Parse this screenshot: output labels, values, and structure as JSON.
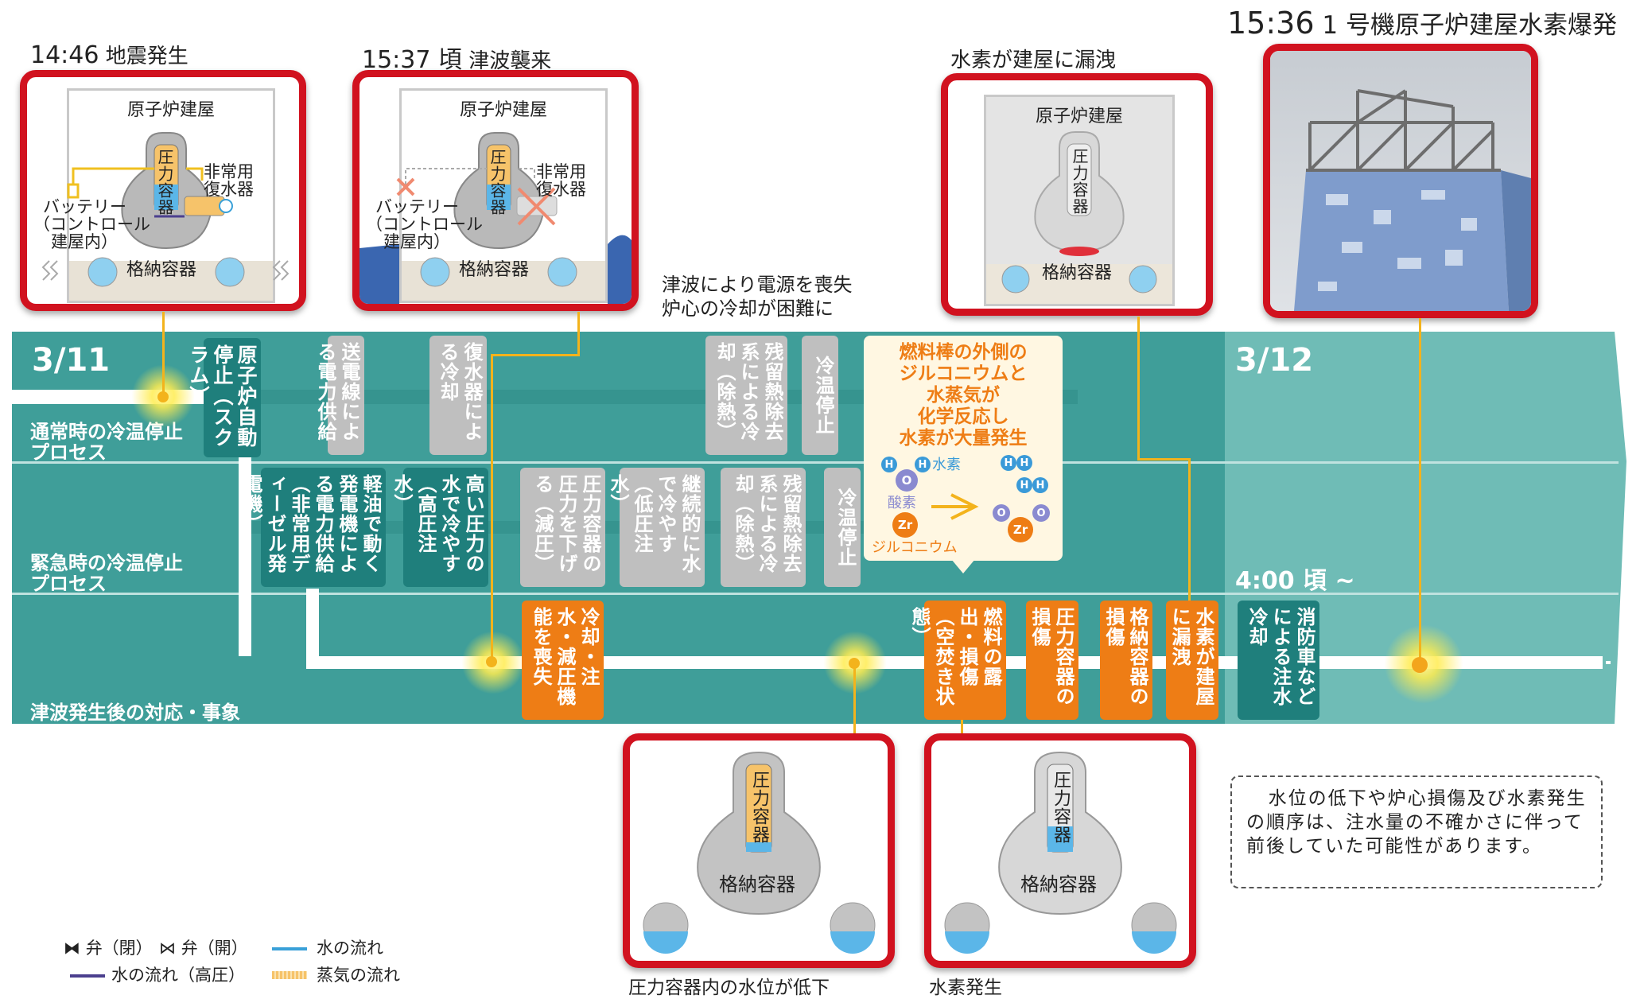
{
  "captions": {
    "quake_time": "14:46",
    "quake_text": "地震発生",
    "tsunami_time": "15:37 頃",
    "tsunami_text": "津波襲来",
    "leak_text": "水素が建屋に漏洩",
    "explosion_time": "15:36",
    "explosion_text": "1 号機原子炉建屋水素爆発",
    "power_loss_line1": "津波により電源を喪失",
    "power_loss_line2": "炉心の冷却が困難に",
    "water_low": "圧力容器内の水位が低下",
    "hydrogen_gen": "水素発生"
  },
  "diagram_labels": {
    "reactor_building": "原子炉建屋",
    "pressure_vessel": "圧力容器",
    "containment": "格納容器",
    "condenser_line1": "非常用",
    "condenser_line2": "復水器",
    "battery_line1": "バッテリー",
    "battery_line2": "（コントロール",
    "battery_line3": "建屋内）"
  },
  "dates": {
    "day1": "3/11",
    "day2": "3/12",
    "time_label": "4:00 頃 ~"
  },
  "rows": {
    "normal_line1": "通常時の冷温停止",
    "normal_line2": "プロセス",
    "emergency_line1": "緊急時の冷温停止",
    "emergency_line2": "プロセス",
    "tsunami_response": "津波発生後の対応・事象"
  },
  "normal_boxes": {
    "scram": "原子炉自動停止（スクラム）",
    "power": "送電線による電力供給",
    "condenser": "復水器による冷却",
    "rhr": "残留熱除去系による冷却（除熱）",
    "cold": "冷温停止"
  },
  "emergency_boxes": {
    "diesel": "軽油で動く発電機による電力供給（非常用ディーゼル発電機）",
    "hpci": "高い圧力の水で冷やす（高圧注水）",
    "depress": "圧力容器の圧力を下げる（減圧）",
    "lpci": "継続的に水で冷やす（低圧注水）",
    "rhr": "残留熱除去系による冷却（除熱）",
    "cold": "冷温停止"
  },
  "event_boxes": {
    "loss": "冷却・注水・減圧機能を喪失",
    "exposure": "燃料の露出・損傷（空焚き状態）",
    "rpv_damage": "圧力容器の損傷",
    "pcv_damage": "格納容器の損傷",
    "leak": "水素が建屋に漏洩",
    "firetruck": "消防車などによる注水冷却"
  },
  "reaction": {
    "line1": "燃料棒の外側の",
    "line2": "ジルコニウムと",
    "line3": "水蒸気が",
    "line4": "化学反応し",
    "line5": "水素が大量発生",
    "hydrogen": "水素",
    "oxygen": "酸素",
    "zirconium": "ジルコニウム",
    "sym_h": "H",
    "sym_o": "O",
    "sym_zr": "Zr"
  },
  "note": "水位の低下や炉心損傷及び水素発生の順序は、注水量の不確かさに伴って前後していた可能性があります。",
  "legend": {
    "valve_closed": "弁（閉）",
    "valve_open": "弁（開）",
    "water_flow": "水の流れ",
    "water_flow_high": "水の流れ（高圧）",
    "steam_flow": "蒸気の流れ"
  },
  "colors": {
    "frame_red": "#d1121f",
    "teal_band": "#5fb3ae",
    "teal_box": "#1f7f7c",
    "orange_box": "#ee7d15",
    "gray_box": "#bfbfbf",
    "connector": "#f3b31c"
  }
}
